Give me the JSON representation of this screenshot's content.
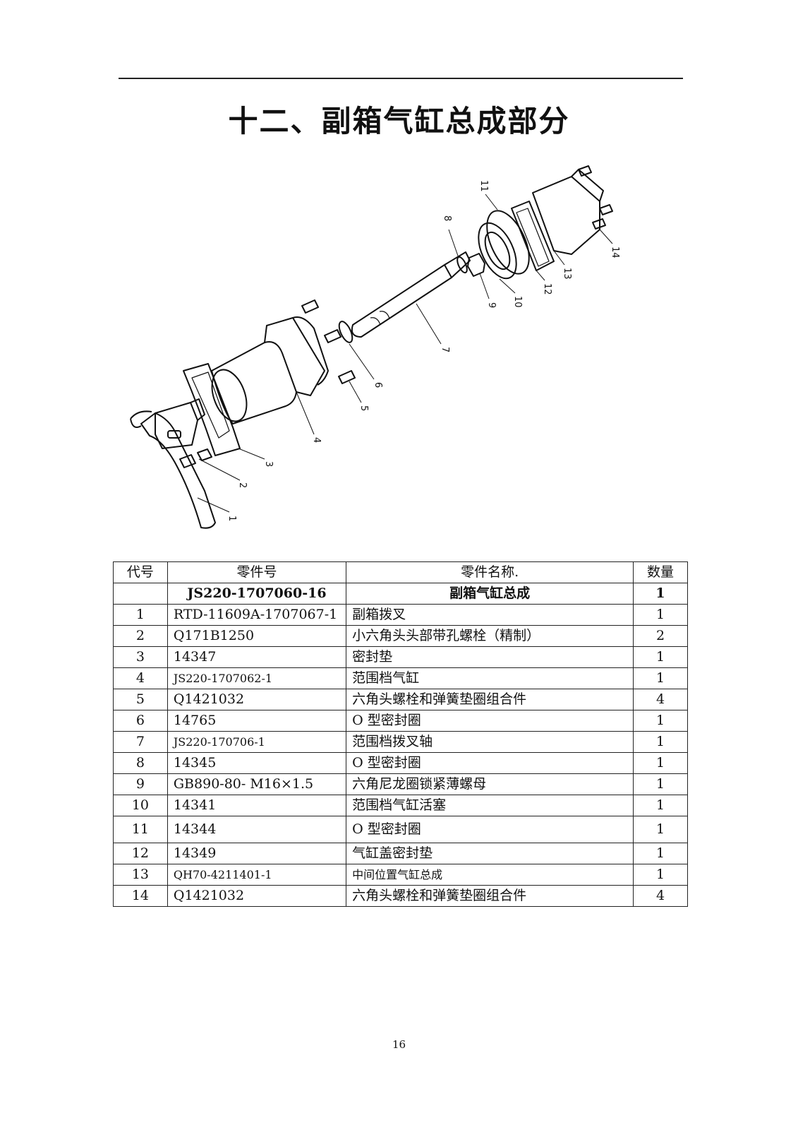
{
  "title": "十二、副箱气缸总成部分",
  "diagram": {
    "callouts": [
      "1",
      "2",
      "3",
      "4",
      "5",
      "6",
      "7",
      "8",
      "9",
      "10",
      "11",
      "12",
      "13",
      "14"
    ]
  },
  "table": {
    "headers": {
      "code": "代号",
      "part_no": "零件号",
      "name": "零件名称.",
      "qty": "数量"
    },
    "assembly": {
      "code": "",
      "part_no": "JS220-1707060-16",
      "name": "副箱气缸总成",
      "qty": "1"
    },
    "rows": [
      {
        "code": "1",
        "part_no": "RTD-11609A-1707067-1",
        "name": "副箱拨叉",
        "qty": "1"
      },
      {
        "code": "2",
        "part_no": "Q171B1250",
        "name": "小六角头头部带孔螺栓（精制）",
        "qty": "2"
      },
      {
        "code": "3",
        "part_no": "14347",
        "name": "密封垫",
        "qty": "1"
      },
      {
        "code": "4",
        "part_no": "JS220-1707062-1",
        "name": "范围档气缸",
        "qty": "1"
      },
      {
        "code": "5",
        "part_no": "Q1421032",
        "name": "六角头螺栓和弹簧垫圈组合件",
        "qty": "4"
      },
      {
        "code": "6",
        "part_no": "14765",
        "name": "O 型密封圈",
        "qty": "1"
      },
      {
        "code": "7",
        "part_no": "JS220-170706-1",
        "name": "范围档拨叉轴",
        "qty": "1"
      },
      {
        "code": "8",
        "part_no": "14345",
        "name": "O 型密封圈",
        "qty": "1"
      },
      {
        "code": "9",
        "part_no": "GB890-80- M16×1.5",
        "name": "六角尼龙圈锁紧薄螺母",
        "qty": "1"
      },
      {
        "code": "10",
        "part_no": "14341",
        "name": "范围档气缸活塞",
        "qty": "1"
      },
      {
        "code": "11",
        "part_no": "14344",
        "name": "O 型密封圈",
        "qty": "1"
      },
      {
        "code": "12",
        "part_no": "14349",
        "name": "气缸盖密封垫",
        "qty": "1"
      },
      {
        "code": "13",
        "part_no": "QH70-4211401-1",
        "name": "中间位置气缸总成",
        "qty": "1"
      },
      {
        "code": "14",
        "part_no": "Q1421032",
        "name": "六角头螺栓和弹簧垫圈组合件",
        "qty": "4"
      }
    ]
  },
  "page_number": "16"
}
